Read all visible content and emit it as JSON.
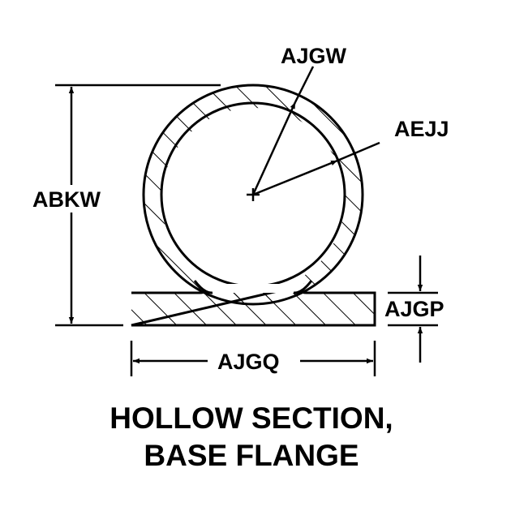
{
  "labels": {
    "outer_radius": "AJGW",
    "inner_radius": "AEJJ",
    "overall_height": "ABKW",
    "flange_thickness": "AJGP",
    "flange_width": "AJGQ"
  },
  "caption": {
    "line1": "HOLLOW SECTION,",
    "line2": "BASE FLANGE"
  }
}
